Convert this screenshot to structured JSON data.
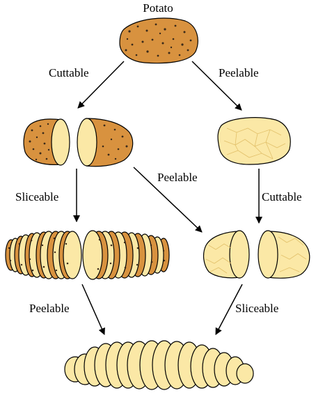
{
  "labels": {
    "potato": "Potato",
    "cuttable_left": "Cuttable",
    "peelable_top": "Peelable",
    "peelable_middle": "Peelable",
    "sliceable_left": "Sliceable",
    "cuttable_right": "Cuttable",
    "peelable_bottom": "Peelable",
    "sliceable_right": "Sliceable"
  },
  "colors": {
    "skin": "#D8923F",
    "flesh": "#FBE8A6",
    "speck": "#3a2a1a",
    "veins": "#E8C979",
    "stroke": "#000000"
  }
}
